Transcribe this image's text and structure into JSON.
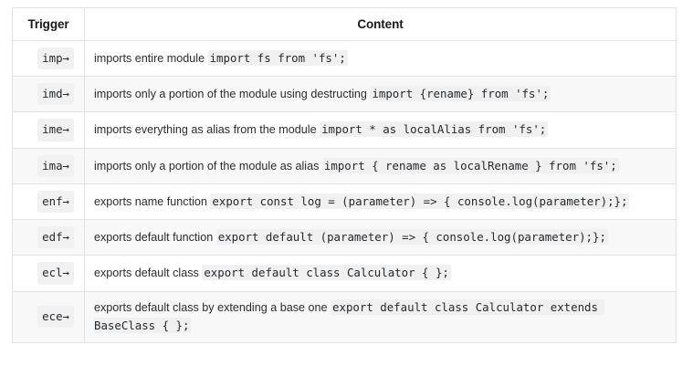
{
  "table": {
    "headers": {
      "trigger": "Trigger",
      "content": "Content"
    },
    "rows": [
      {
        "trigger": "imp→",
        "description": "imports entire module ",
        "code": "import fs from 'fs';"
      },
      {
        "trigger": "imd→",
        "description": "imports only a portion of the module using destructing ",
        "code": "import {rename} from 'fs';"
      },
      {
        "trigger": "ime→",
        "description": "imports everything as alias from the module ",
        "code": "import * as localAlias from 'fs';"
      },
      {
        "trigger": "ima→",
        "description": "imports only a portion of the module as alias ",
        "code": "import { rename as localRename } from 'fs';"
      },
      {
        "trigger": "enf→",
        "description": "exports name function ",
        "code": "export const log = (parameter) => { console.log(parameter);};"
      },
      {
        "trigger": "edf→",
        "description": "exports default function ",
        "code": "export default (parameter) => { console.log(parameter);};"
      },
      {
        "trigger": "ecl→",
        "description": "exports default class ",
        "code": "export default class Calculator { };"
      },
      {
        "trigger": "ece→",
        "description": "exports default class by extending a base one ",
        "code": "export default class Calculator extends BaseClass { };"
      }
    ]
  },
  "colors": {
    "border": "#e2e2e2",
    "stripe": "#f8f8f8",
    "code_bg": "#f0f0f0",
    "badge_bg": "#f1f1f1",
    "text": "#2b2b2b"
  }
}
